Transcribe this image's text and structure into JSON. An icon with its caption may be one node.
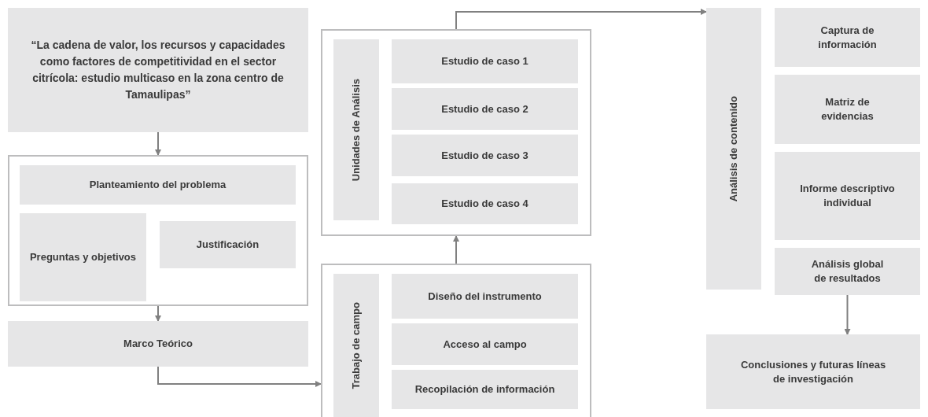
{
  "diagram": {
    "nodes": [
      {
        "text": [
          "“La cadena de valor, los recursos y capacidades como factores de competitividad en el sector citrícola: estudio multicaso en la zona centro de Tamaulipas”"
        ]
      },
      {
        "text": [],
        "shape": "box"
      },
      {
        "text": [
          "Planteamiento del problema"
        ],
        "in": 1
      },
      {
        "text": [
          "Preguntas y objetivos"
        ],
        "in": 1
      },
      {
        "text": [
          "Justificación"
        ],
        "in": 1
      },
      {
        "text": [
          "Marco Teórico"
        ]
      },
      {
        "text": [],
        "shape": "box"
      },
      {
        "text": [
          "Unidades de Análisis"
        ],
        "in": 6
      },
      {
        "text": [
          "Estudio de caso 1"
        ],
        "in": 6
      },
      {
        "text": [
          "Estudio de caso 2"
        ],
        "in": 6
      },
      {
        "text": [
          "Estudio de caso 3"
        ],
        "in": 6
      },
      {
        "text": [
          "Estudio de caso 4"
        ],
        "in": 6
      },
      {
        "text": [],
        "shape": "box"
      },
      {
        "text": [
          "Trabajo de campo"
        ],
        "in": 12
      },
      {
        "text": [
          "Diseño del instrumento"
        ],
        "in": 12
      },
      {
        "text": [
          "Acceso al campo"
        ],
        "in": 12
      },
      {
        "text": [
          "Recopilación de información"
        ],
        "in": 12
      },
      {
        "text": [
          "Análisis de contenido"
        ]
      },
      {
        "text": [
          "Captura de información"
        ]
      },
      {
        "text": [
          "Matriz de evidencias"
        ]
      },
      {
        "text": [
          "Informe descriptivo individual"
        ]
      },
      {
        "text": [
          "Análisis global de resultados"
        ]
      },
      {
        "text": [
          "Conclusiones y futuras líneas de investigación"
        ]
      }
    ],
    "edges": [
      {
        "from": 0,
        "to": 1,
        "arrow": "to"
      },
      {
        "from": 1,
        "to": 5,
        "arrow": "to"
      },
      {
        "from": 5,
        "to": 12,
        "arrow": "to"
      },
      {
        "from": 12,
        "to": 6,
        "arrow": "to"
      },
      {
        "from": 6,
        "to": 17,
        "arrow": "to"
      },
      {
        "from": 21,
        "to": 22,
        "arrow": "to"
      }
    ]
  }
}
